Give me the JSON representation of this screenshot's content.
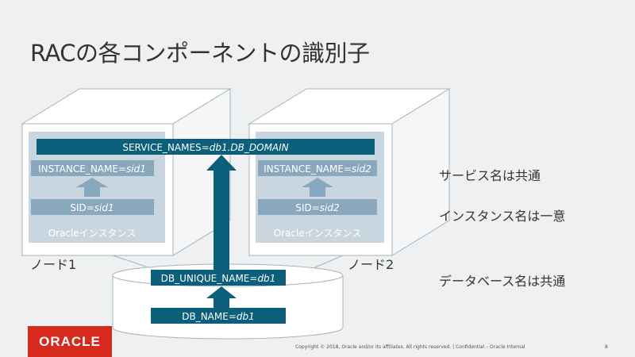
{
  "slide": {
    "title": "RACの各コンポーネントの識別子",
    "page_number": "8",
    "copyright": "Copyright © 2018, Oracle and/or its affiliates. All rights reserved.  |  Confidential – Oracle Internal",
    "logo_text": "ORACLE"
  },
  "diagram": {
    "service_names": {
      "prefix": "SERVICE_NAMES=",
      "value": "db1.DB_DOMAIN"
    },
    "node1": {
      "label": "ノード1",
      "instance_name": {
        "prefix": "INSTANCE_NAME=",
        "value": "sid1"
      },
      "sid": {
        "prefix": "SID=",
        "value": "sid1"
      },
      "instance_label": "Oracleインスタンス"
    },
    "node2": {
      "label": "ノード2",
      "instance_name": {
        "prefix": "INSTANCE_NAME=",
        "value": "sid2"
      },
      "sid": {
        "prefix": "SID=",
        "value": "sid2"
      },
      "instance_label": "Oracleインスタンス"
    },
    "db_unique_name": {
      "prefix": "DB_UNIQUE_NAME=",
      "value": "db1"
    },
    "db_name": {
      "prefix": "DB_NAME=",
      "value": "db1"
    }
  },
  "notes": {
    "service": "サービス名は共通",
    "instance": "インスタンス名は一意",
    "database": "データベース名は共通"
  },
  "colors": {
    "dark_teal": "#0b5f7a",
    "light_blue": "#8aa8bd",
    "instance_area": "#c9d6df",
    "background": "#eef0f2",
    "oracle_red": "#d52a1c"
  }
}
